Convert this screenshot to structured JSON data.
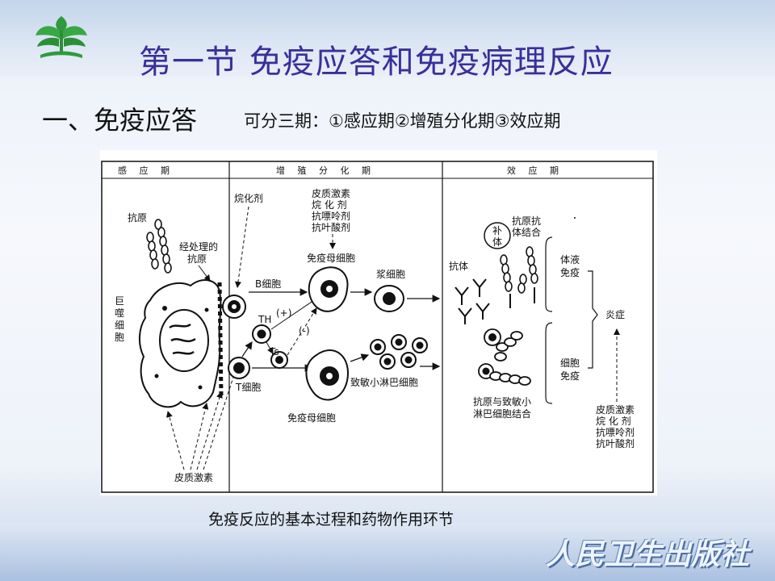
{
  "slide": {
    "title": "第一节  免疫应答和免疫病理反应",
    "subtitle": "一、免疫应答",
    "subtitle_note": "可分三期：①感应期②增殖分化期③效应期",
    "caption": "免疫反应的基本过程和药物作用环节",
    "publisher": "人民卫生出版社"
  },
  "diagram": {
    "phases": [
      "感 应 期",
      "增 殖 分 化 期",
      "效 应 期"
    ],
    "labels": {
      "antigen": "抗原",
      "processed_antigen": [
        "经处理的",
        "抗原"
      ],
      "macrophage": [
        "巨",
        "噬",
        "细",
        "胞"
      ],
      "alkylating_top": "烷化剂",
      "b_cell": "B细胞",
      "t_cell": "T细胞",
      "th": "TH",
      "ts": "Ts",
      "plus": "(+)",
      "minus": "(-)",
      "drugs_top": [
        "皮质激素",
        "烷 化 剂",
        "抗嘌呤剂",
        "抗叶酸剂"
      ],
      "immuno_blast_top": "免疫母细胞",
      "plasma_cell": "浆细胞",
      "immuno_blast_bottom": "免疫母细胞",
      "sensitized_lymph": "致敏小淋巴细胞",
      "cortico_bottom": "皮质激素",
      "antibody": "抗体",
      "complement": [
        "补",
        "体"
      ],
      "ag_ab_binding": [
        "抗原抗",
        "体结合"
      ],
      "humoral": [
        "体液",
        "免疫"
      ],
      "cellular": [
        "细胞",
        "免疫"
      ],
      "inflammation": "炎症",
      "ag_lymph_binding": [
        "抗原与致敏小",
        "淋巴细胞结合"
      ],
      "drugs_right": [
        "皮质激素",
        "烷 化 剂",
        "抗嘌呤剂",
        "抗叶酸剂"
      ]
    }
  }
}
